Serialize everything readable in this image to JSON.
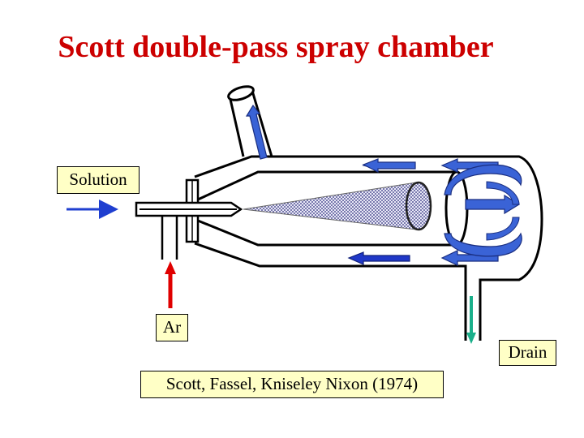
{
  "title": "Scott double-pass spray chamber",
  "labels": {
    "solution": "Solution",
    "ar": "Ar",
    "drain": "Drain",
    "citation": "Scott, Fassel, Kniseley Nixon (1974)"
  },
  "colors": {
    "title": "#cc0000",
    "label_fill": "#ffffc6",
    "flow_arrow": "#3a63d6",
    "solution_arrow": "#1f3fd0",
    "ar_arrow": "#e00000",
    "drain_arrow": "#1aaf8a"
  }
}
